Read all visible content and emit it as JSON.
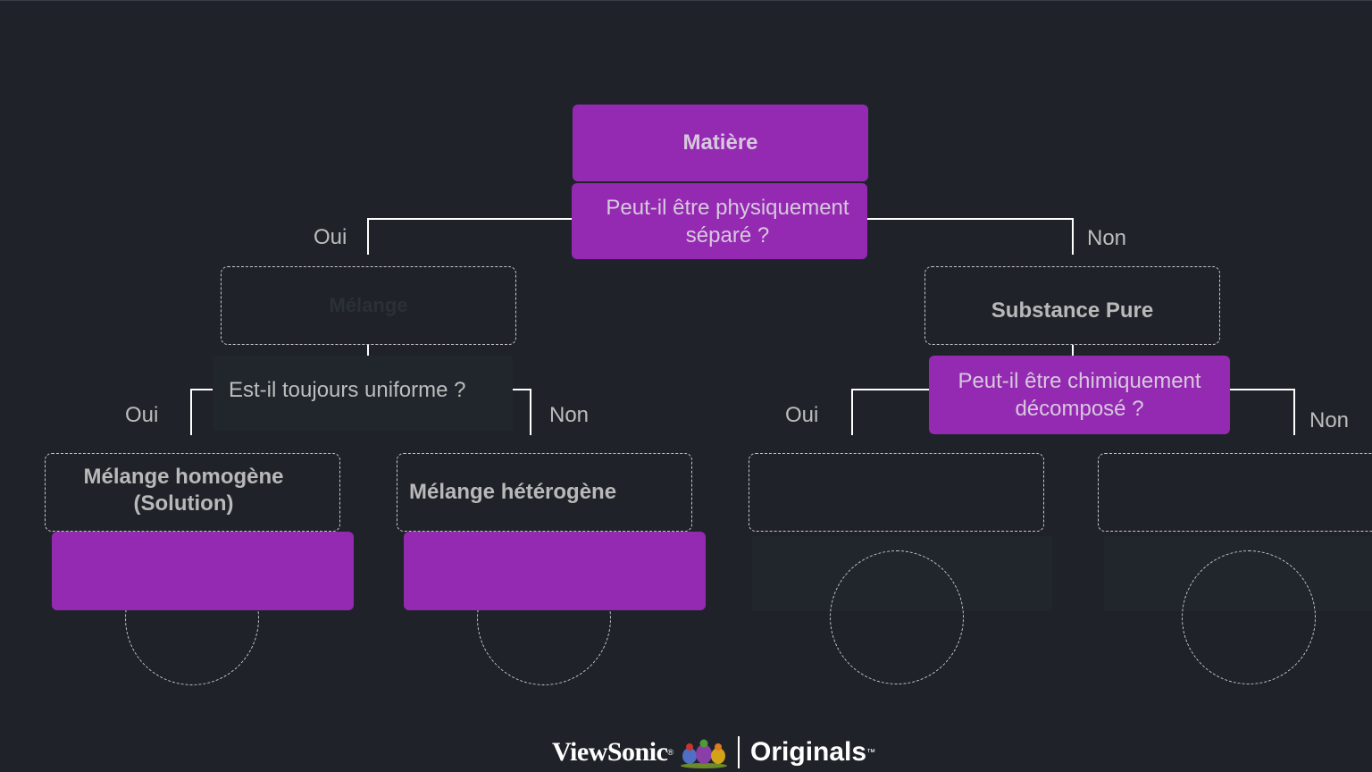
{
  "root": {
    "title": "Matière",
    "question": "Peut-il être physiquement séparé ?"
  },
  "left_branch": {
    "yes_label": "Oui",
    "node": "Mélange",
    "question": "Est-il toujours uniforme ?",
    "yes2_label": "Oui",
    "no2_label": "Non",
    "homogeneous": "Mélange homogène (Solution)",
    "heterogeneous": "Mélange hétérogène"
  },
  "right_branch": {
    "no_label": "Non",
    "node": "Substance Pure",
    "question": "Peut-il être chimiquement décomposé ?",
    "yes2_label": "Oui",
    "no2_label": "Non",
    "compound": "",
    "element": ""
  },
  "footer": {
    "brand": "ViewSonic",
    "product": "Originals"
  },
  "colors": {
    "background": "#1f2329",
    "accent": "#952ab2",
    "line": "#ffffff",
    "dash": "#c7c7c7"
  }
}
